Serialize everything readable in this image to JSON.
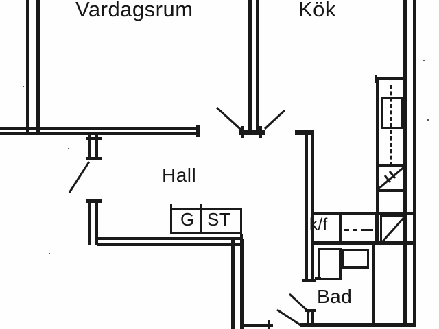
{
  "floorplan": {
    "background_color": "#ffffff",
    "line_color": "#1a1a1a",
    "rooms": [
      {
        "id": "vardagsrum",
        "label": "Vardagsrum"
      },
      {
        "id": "kok",
        "label": "Kök"
      },
      {
        "id": "hall",
        "label": "Hall"
      },
      {
        "id": "bad",
        "label": "Bad"
      }
    ],
    "closets": [
      {
        "id": "garderob",
        "label": "G"
      },
      {
        "id": "stad",
        "label": "ST"
      }
    ],
    "appliances": [
      {
        "id": "kyl_frys",
        "label": "k/f"
      }
    ]
  }
}
